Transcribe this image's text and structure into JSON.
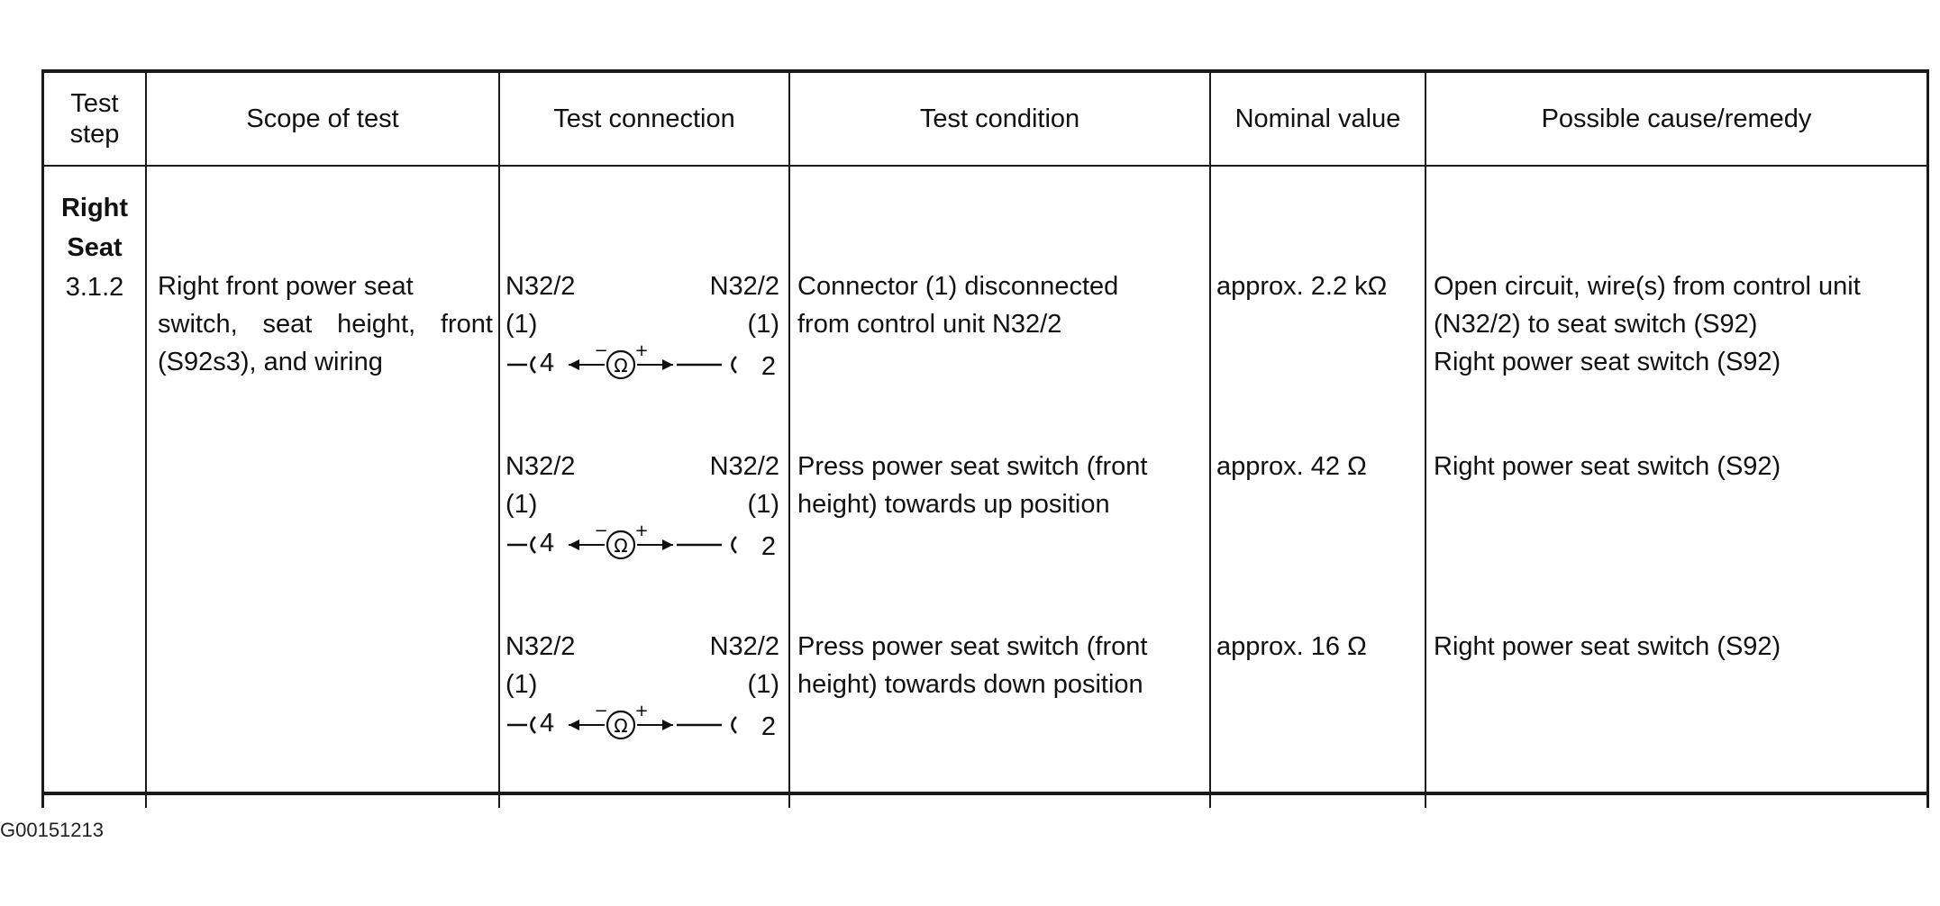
{
  "headers": {
    "test_step": "Test step",
    "scope": "Scope of test",
    "connection": "Test connection",
    "condition": "Test condition",
    "nominal": "Nominal value",
    "remedy": "Possible cause/remedy"
  },
  "step": {
    "label_line1": "Right",
    "label_line2": "Seat",
    "number": "3.1.2"
  },
  "scope": {
    "line1": "Right front power seat",
    "line2": "switch, seat height, front",
    "line3": "(S92s3), and wiring"
  },
  "tests": [
    {
      "conn_left": "N32/2",
      "conn_right": "N32/2",
      "pin_group_left": "(1)",
      "pin_group_right": "(1)",
      "pin_left": "4",
      "pin_right": "2",
      "condition_line1": "Connector (1) disconnected",
      "condition_line2": "from control unit N32/2",
      "nominal": "approx. 2.2 kΩ",
      "remedy_line1": "Open circuit, wire(s) from control unit",
      "remedy_line2": "(N32/2) to seat switch (S92)",
      "remedy_line3": "Right power seat switch (S92)"
    },
    {
      "conn_left": "N32/2",
      "conn_right": "N32/2",
      "pin_group_left": "(1)",
      "pin_group_right": "(1)",
      "pin_left": "4",
      "pin_right": "2",
      "condition_line1": "Press power seat switch (front",
      "condition_line2": "height) towards up position",
      "nominal": "approx. 42 Ω",
      "remedy_line1": "Right power seat switch (S92)",
      "remedy_line2": "",
      "remedy_line3": ""
    },
    {
      "conn_left": "N32/2",
      "conn_right": "N32/2",
      "pin_group_left": "(1)",
      "pin_group_right": "(1)",
      "pin_left": "4",
      "pin_right": "2",
      "condition_line1": "Press power seat switch (front",
      "condition_line2": "height) towards down position",
      "nominal": "approx. 16 Ω",
      "remedy_line1": "Right power seat switch (S92)",
      "remedy_line2": "",
      "remedy_line3": ""
    }
  ],
  "ohmmeter_symbol": {
    "icon": "ohmmeter-icon",
    "glyph": "Ω",
    "minus": "−",
    "plus": "+"
  },
  "footer": {
    "code": "G00151213"
  }
}
